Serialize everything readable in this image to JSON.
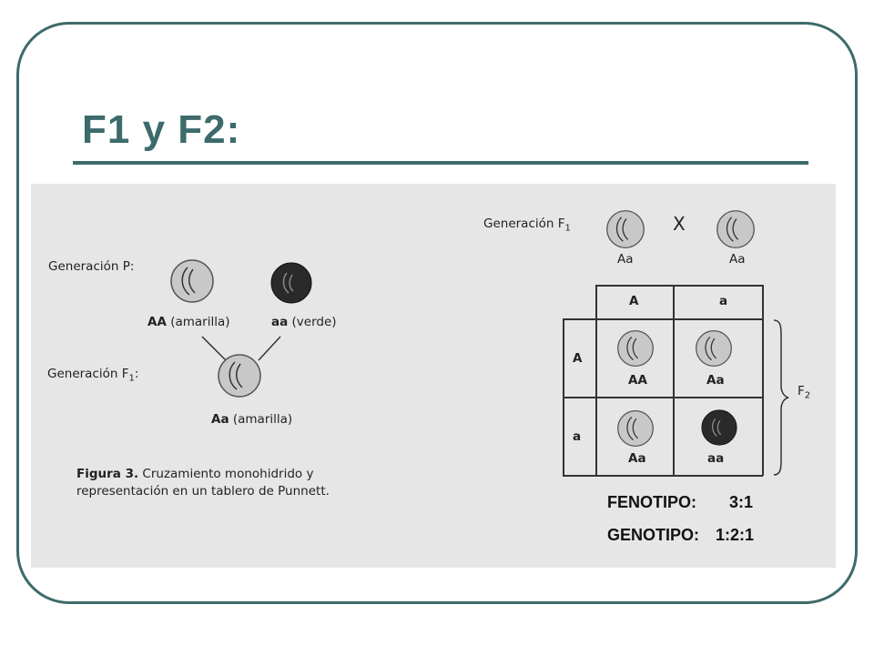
{
  "slide": {
    "title": "F1 y F2:"
  },
  "left": {
    "gen_p_label": "Generación P:",
    "parent1": {
      "genotype": "AA",
      "phenotype": "(amarilla)"
    },
    "parent2": {
      "genotype": "aa",
      "phenotype": "(verde)"
    },
    "gen_f1_label": "Generación F",
    "gen_f1_sub": "1",
    "gen_f1_suffix": ":",
    "f1": {
      "genotype": "Aa",
      "phenotype": "(amarilla)"
    },
    "caption_bold": "Figura 3.",
    "caption_line1": " Cruzamiento monohidrido y",
    "caption_line2": "representación en un tablero  de Punnett."
  },
  "right": {
    "gen_f1_label": "Generación F",
    "gen_f1_sub": "1",
    "cross_symbol": "X",
    "parent_left": "Aa",
    "parent_right": "Aa",
    "col_headers": [
      "A",
      "a"
    ],
    "row_headers": [
      "A",
      "a"
    ],
    "cells": [
      "AA",
      "Aa",
      "Aa",
      "aa"
    ],
    "f2_label": "F",
    "f2_sub": "2",
    "fenotipo_label": "FENOTIPO:",
    "fenotipo_value": "3:1",
    "genotipo_label": "GENOTIPO:",
    "genotipo_value": "1:2:1"
  },
  "colors": {
    "accent": "#3d6b6b",
    "yellow_pea": "#c8c8c8",
    "green_pea": "#2a2a2a",
    "panel": "#e6e6e6"
  }
}
